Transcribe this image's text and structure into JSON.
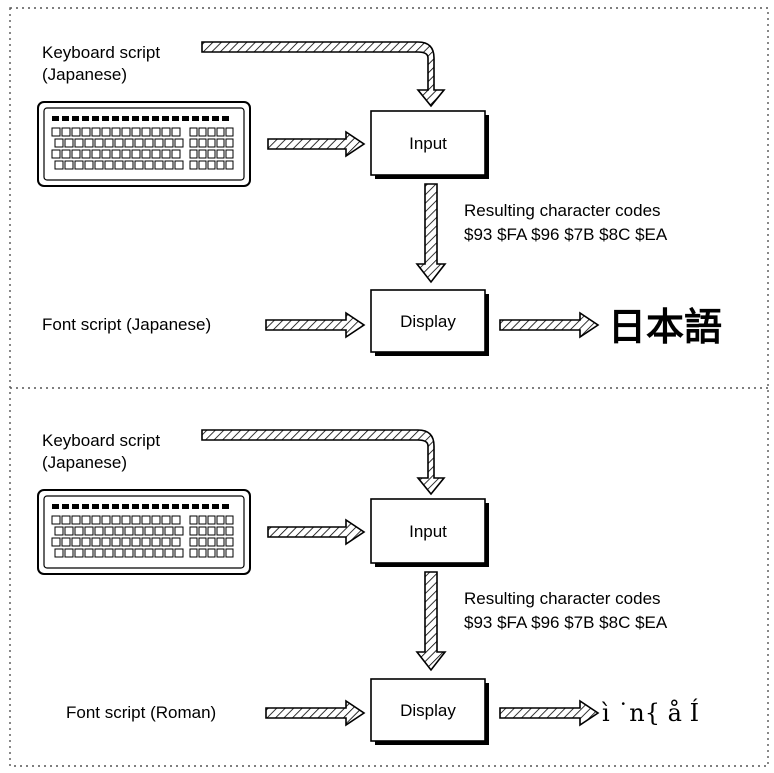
{
  "panel_top": {
    "keyboard_label_line1": "Keyboard script",
    "keyboard_label_line2": "(Japanese)",
    "input_label": "Input",
    "codes_label_line1": "Resulting character codes",
    "codes_label_line2": "$93 $FA $96 $7B $8C $EA",
    "font_label": "Font script (Japanese)",
    "display_label": "Display",
    "output_text": "日本語"
  },
  "panel_bottom": {
    "keyboard_label_line1": "Keyboard script",
    "keyboard_label_line2": "(Japanese)",
    "input_label": "Input",
    "codes_label_line1": "Resulting character codes",
    "codes_label_line2": "$93 $FA $96 $7B $8C $EA",
    "font_label": "Font script (Roman)",
    "display_label": "Display",
    "output_text": "ì ˙n{ å Í"
  },
  "icons": {
    "keyboard": "keyboard-icon",
    "arrow": "hatched-arrow-icon"
  }
}
